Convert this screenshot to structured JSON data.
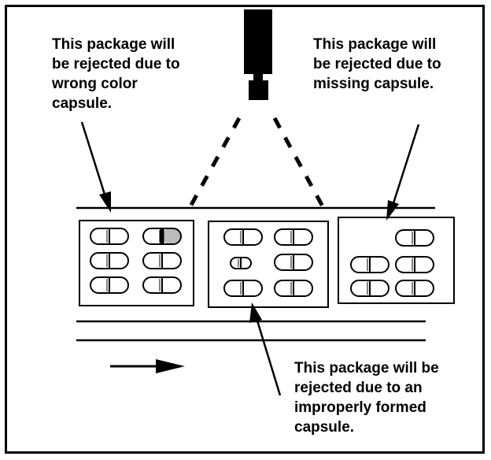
{
  "annotations": {
    "left": {
      "lines": [
        "This package will",
        "be rejected due to",
        "wrong color",
        "capsule."
      ]
    },
    "right": {
      "lines": [
        "This package will",
        "be rejected due to",
        "missing capsule."
      ]
    },
    "bottom": {
      "lines": [
        "This package will be",
        "rejected due to an",
        "improperly formed",
        "capsule."
      ]
    }
  },
  "colors": {
    "ink": "#000000",
    "background": "#ffffff",
    "wrong_color_capsule_fill": "#bbbbbb"
  },
  "icons": {
    "camera": "inspection-camera-icon",
    "direction": "right-arrow-icon"
  }
}
